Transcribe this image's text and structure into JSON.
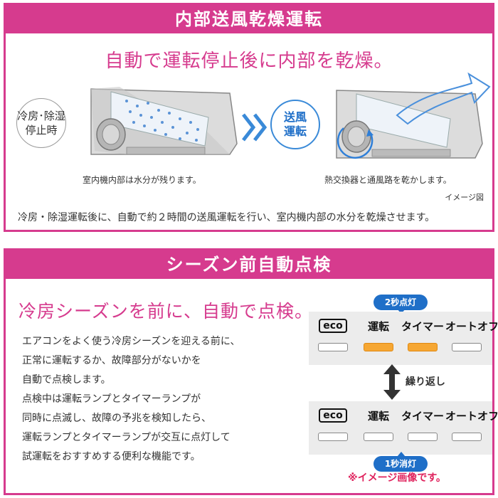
{
  "section1": {
    "title": "内部送風乾燥運転",
    "headline": "自動で運転停止後に内部を乾燥。",
    "bubble_stop": [
      "冷房･除湿",
      "停止時"
    ],
    "bubble_fan": [
      "送風",
      "運転"
    ],
    "caption_left": "室内機内部は水分が残ります。",
    "caption_right": "熱交換器と通風路を乾かします。",
    "caption_image": "イメージ図",
    "description": "冷房・除湿運転後に、自動で約２時間の送風運転を行い、室内機内部の水分を乾燥させます。"
  },
  "section2": {
    "title": "シーズン前自動点検",
    "headline": "冷房シーズンを前に、自動で点検。",
    "body_lines": [
      "エアコンをよく使う冷房シーズンを迎える前に、",
      "正常に運転するか、故障部分がないかを",
      "自動で点検します。",
      "点検中は運転ランプとタイマーランプが",
      "同時に点滅し、故障の予兆を検知したら、",
      "運転ランプとタイマーランプが交互に点灯して",
      "試運転をおすすめする便利な機能です。"
    ],
    "pill_top": "2秒点灯",
    "pill_bottom": "1秒消灯",
    "repeat_label": "繰り返し",
    "lamp_labels": [
      "eco",
      "運転",
      "タイマー",
      "オートオフ"
    ],
    "lamps_top_on": [
      false,
      true,
      true,
      false
    ],
    "lamps_bottom_on": [
      false,
      false,
      false,
      false
    ],
    "note": "※イメージ画像です。"
  },
  "colors": {
    "brand_pink": "#d63b8e",
    "accent_blue": "#1f6fc8",
    "lamp_on": "#f6a733",
    "note_red": "#e0245e"
  }
}
